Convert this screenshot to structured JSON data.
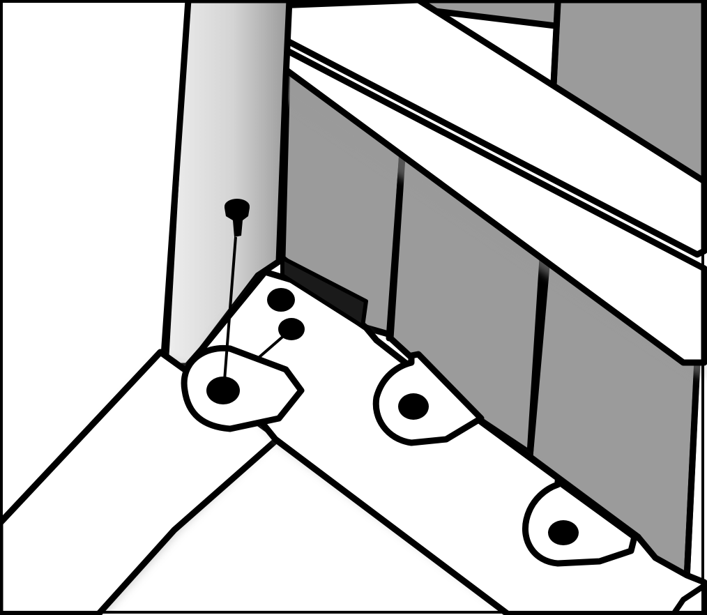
{
  "diagram": {
    "kind": "assembly-illustration",
    "labels": [],
    "colors": {
      "outline": "#000000",
      "panel_fill": "#9b9b9b",
      "post_fill": "#d9d9d9",
      "rail_fill": "#ffffff",
      "shadow": "#7a7a7a",
      "background": "#ffffff"
    },
    "parts": [
      {
        "name": "screw",
        "count": 1
      },
      {
        "name": "bracket-tab",
        "count": 3
      },
      {
        "name": "corner-post",
        "count": 1
      },
      {
        "name": "slat-panel",
        "count": 5
      },
      {
        "name": "top-rail",
        "count": 1
      },
      {
        "name": "bottom-rail",
        "count": 2
      }
    ]
  }
}
